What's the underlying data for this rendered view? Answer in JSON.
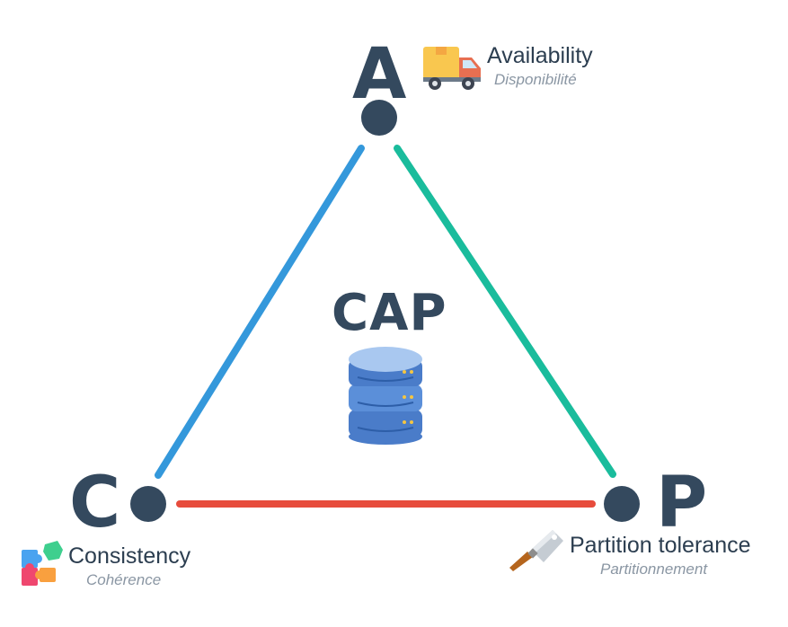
{
  "title": "CAP",
  "edge_colors": {
    "a_c": "#3498db",
    "a_p": "#1abc9c",
    "c_p": "#e74c3c",
    "node": "#34495e"
  },
  "vertices": {
    "a": {
      "letter": "A",
      "label": "Availability",
      "sublabel": "Disponibilité",
      "icon": "delivery-truck-icon"
    },
    "c": {
      "letter": "C",
      "label": "Consistency",
      "sublabel": "Cohérence",
      "icon": "puzzle-pieces-icon"
    },
    "p": {
      "letter": "P",
      "label": "Partition tolerance",
      "sublabel": "Partitionnement",
      "icon": "cleaver-knife-icon"
    }
  },
  "center_icon": "database-icon"
}
